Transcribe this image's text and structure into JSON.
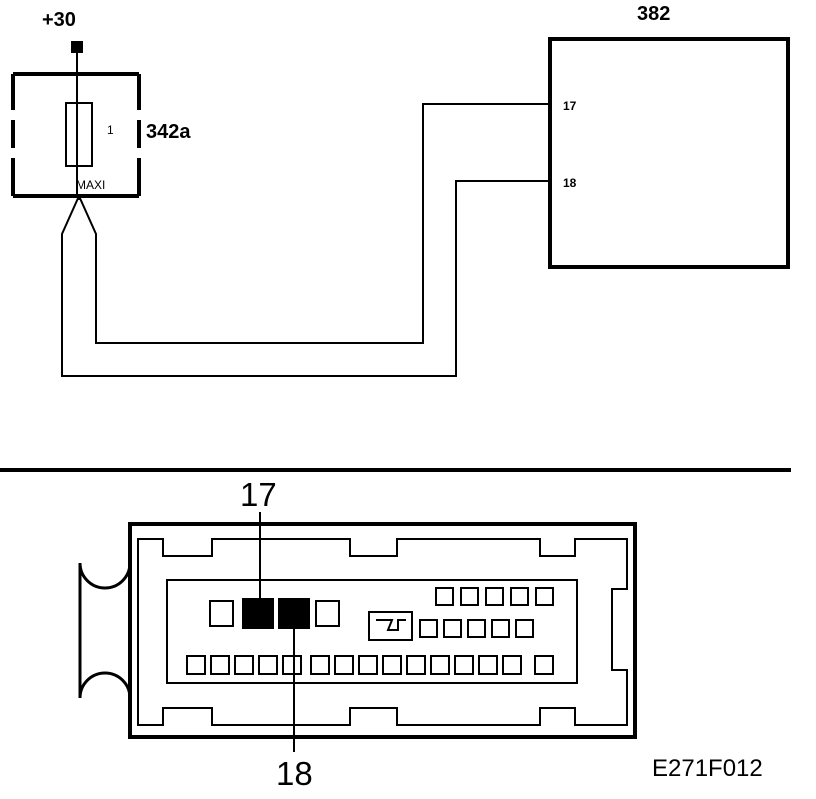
{
  "supply": {
    "label": "+30"
  },
  "fuse": {
    "ref": "342a",
    "pin": "1",
    "type": "MAXI"
  },
  "module": {
    "ref": "382",
    "pins": [
      {
        "label": "17"
      },
      {
        "label": "18"
      }
    ]
  },
  "connector": {
    "callout_top": "17",
    "callout_bottom": "18",
    "highlighted_pins": [
      "17",
      "18"
    ]
  },
  "figure_code": "E271F012"
}
